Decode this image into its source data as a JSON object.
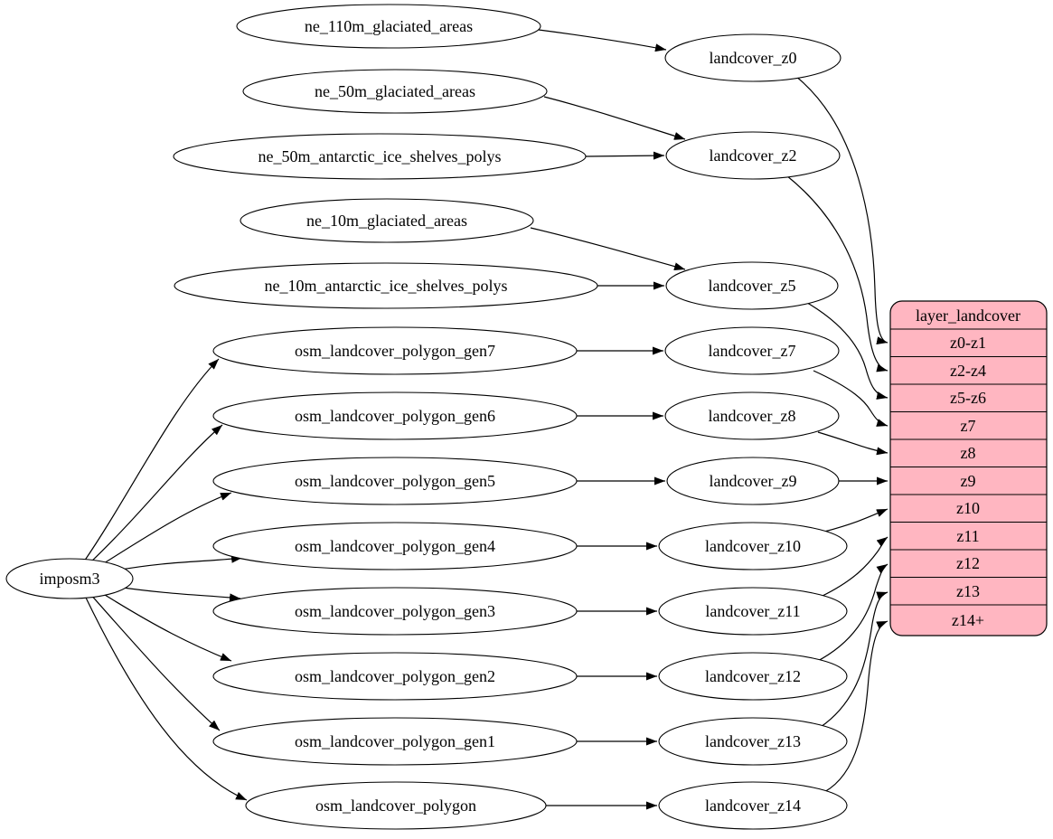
{
  "nodes": {
    "imposm3": "imposm3",
    "ne_110m_glaciated_areas": "ne_110m_glaciated_areas",
    "ne_50m_glaciated_areas": "ne_50m_glaciated_areas",
    "ne_50m_antarctic_ice_shelves_polys": "ne_50m_antarctic_ice_shelves_polys",
    "ne_10m_glaciated_areas": "ne_10m_glaciated_areas",
    "ne_10m_antarctic_ice_shelves_polys": "ne_10m_antarctic_ice_shelves_polys",
    "osm_landcover_polygon_gen7": "osm_landcover_polygon_gen7",
    "osm_landcover_polygon_gen6": "osm_landcover_polygon_gen6",
    "osm_landcover_polygon_gen5": "osm_landcover_polygon_gen5",
    "osm_landcover_polygon_gen4": "osm_landcover_polygon_gen4",
    "osm_landcover_polygon_gen3": "osm_landcover_polygon_gen3",
    "osm_landcover_polygon_gen2": "osm_landcover_polygon_gen2",
    "osm_landcover_polygon_gen1": "osm_landcover_polygon_gen1",
    "osm_landcover_polygon": "osm_landcover_polygon",
    "landcover_z0": "landcover_z0",
    "landcover_z2": "landcover_z2",
    "landcover_z5": "landcover_z5",
    "landcover_z7": "landcover_z7",
    "landcover_z8": "landcover_z8",
    "landcover_z9": "landcover_z9",
    "landcover_z10": "landcover_z10",
    "landcover_z11": "landcover_z11",
    "landcover_z12": "landcover_z12",
    "landcover_z13": "landcover_z13",
    "landcover_z14": "landcover_z14"
  },
  "record": {
    "title": "layer_landcover",
    "rows": [
      "z0-z1",
      "z2-z4",
      "z5-z6",
      "z7",
      "z8",
      "z9",
      "z10",
      "z11",
      "z12",
      "z13",
      "z14+"
    ]
  },
  "colors": {
    "record_fill": "#ffb6c1",
    "node_fill": "#ffffff",
    "stroke": "#000000"
  },
  "edges": [
    {
      "from": "ne_110m_glaciated_areas",
      "to": "landcover_z0"
    },
    {
      "from": "ne_50m_glaciated_areas",
      "to": "landcover_z2"
    },
    {
      "from": "ne_50m_antarctic_ice_shelves_polys",
      "to": "landcover_z2"
    },
    {
      "from": "ne_10m_glaciated_areas",
      "to": "landcover_z5"
    },
    {
      "from": "ne_10m_antarctic_ice_shelves_polys",
      "to": "landcover_z5"
    },
    {
      "from": "imposm3",
      "to": "osm_landcover_polygon_gen7"
    },
    {
      "from": "imposm3",
      "to": "osm_landcover_polygon_gen6"
    },
    {
      "from": "imposm3",
      "to": "osm_landcover_polygon_gen5"
    },
    {
      "from": "imposm3",
      "to": "osm_landcover_polygon_gen4"
    },
    {
      "from": "imposm3",
      "to": "osm_landcover_polygon_gen3"
    },
    {
      "from": "imposm3",
      "to": "osm_landcover_polygon_gen2"
    },
    {
      "from": "imposm3",
      "to": "osm_landcover_polygon_gen1"
    },
    {
      "from": "imposm3",
      "to": "osm_landcover_polygon"
    },
    {
      "from": "osm_landcover_polygon_gen7",
      "to": "landcover_z7"
    },
    {
      "from": "osm_landcover_polygon_gen6",
      "to": "landcover_z8"
    },
    {
      "from": "osm_landcover_polygon_gen5",
      "to": "landcover_z9"
    },
    {
      "from": "osm_landcover_polygon_gen4",
      "to": "landcover_z10"
    },
    {
      "from": "osm_landcover_polygon_gen3",
      "to": "landcover_z11"
    },
    {
      "from": "osm_landcover_polygon_gen2",
      "to": "landcover_z12"
    },
    {
      "from": "osm_landcover_polygon_gen1",
      "to": "landcover_z13"
    },
    {
      "from": "osm_landcover_polygon",
      "to": "landcover_z14"
    },
    {
      "from": "landcover_z0",
      "to": "layer_landcover:z0-z1"
    },
    {
      "from": "landcover_z2",
      "to": "layer_landcover:z2-z4"
    },
    {
      "from": "landcover_z5",
      "to": "layer_landcover:z5-z6"
    },
    {
      "from": "landcover_z7",
      "to": "layer_landcover:z7"
    },
    {
      "from": "landcover_z8",
      "to": "layer_landcover:z8"
    },
    {
      "from": "landcover_z9",
      "to": "layer_landcover:z9"
    },
    {
      "from": "landcover_z10",
      "to": "layer_landcover:z10"
    },
    {
      "from": "landcover_z11",
      "to": "layer_landcover:z11"
    },
    {
      "from": "landcover_z12",
      "to": "layer_landcover:z12"
    },
    {
      "from": "landcover_z13",
      "to": "layer_landcover:z13"
    },
    {
      "from": "landcover_z14",
      "to": "layer_landcover:z14+"
    }
  ]
}
